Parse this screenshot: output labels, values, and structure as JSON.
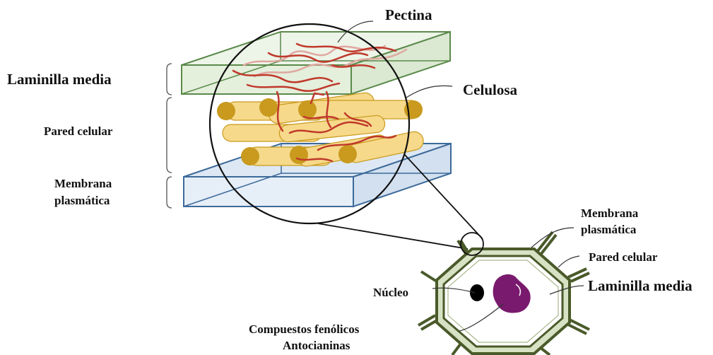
{
  "labels": {
    "pectina": "Pectina",
    "celulosa": "Celulosa",
    "laminilla_media_left": "Laminilla media",
    "pared_celular_left": "Pared celular",
    "membrana_left_line1": "Membrana",
    "membrana_left_line2": "plasmática",
    "membrana_right_line1": "Membrana",
    "membrana_right_line2": "plasmática",
    "pared_celular_right": "Pared celular",
    "laminilla_media_right": "Laminilla media",
    "nucleo": "Núcleo",
    "compuestos_line1": "Compuestos fenólicos",
    "compuestos_line2": "Antocianinas"
  },
  "colors": {
    "laminilla_layer": "#e8f1e2",
    "laminilla_stroke": "#5a8a4a",
    "membrana_layer": "#dde8f4",
    "membrana_stroke": "#3d6a9a",
    "cellulose_body": "#f6d98a",
    "cellulose_end": "#c99a1e",
    "pectin": "#c0392b",
    "cell_wall_dark": "#4a5a2a",
    "cell_wall_light": "#d7e2c4",
    "nucleus": "#000000",
    "vacuole": "#7a1a6e"
  }
}
